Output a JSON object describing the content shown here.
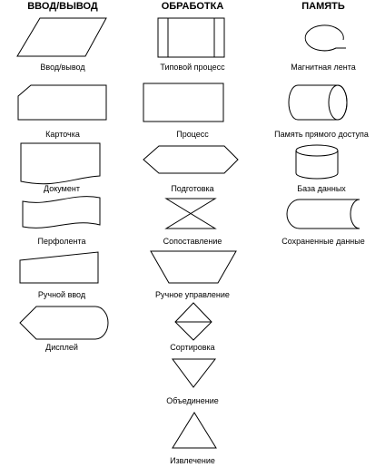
{
  "columns": {
    "io": "ВВОД/ВЫВОД",
    "processing": "ОБРАБОТКА",
    "memory": "ПАМЯТЬ"
  },
  "shapes": {
    "io": [
      "Ввод/вывод",
      "Карточка",
      "Документ",
      "Перфолента",
      "Ручной ввод",
      "Дисплей"
    ],
    "processing": [
      "Типовой процесс",
      "Процесс",
      "Подготовка",
      "Сопоставление",
      "Ручное управление",
      "Сортировка",
      "Объединение",
      "Извлечение"
    ],
    "memory": [
      "Магнитная лента",
      "Память прямого доступа",
      "База данных",
      "Сохраненные данные"
    ]
  }
}
